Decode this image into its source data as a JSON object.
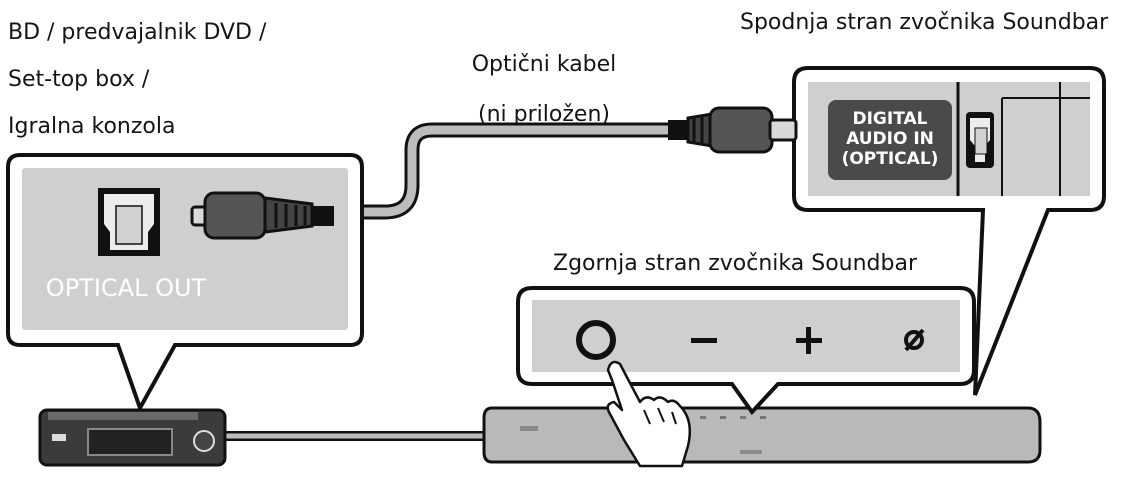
{
  "labels": {
    "source_line1": "BD / predvajalnik DVD /",
    "source_line2": "Set-top box /",
    "source_line3": "Igralna konzola",
    "cable_line1": "Optični kabel",
    "cable_line2": "(ni priložen)",
    "soundbar_bottom": "Spodnja stran zvočnika Soundbar",
    "soundbar_top": "Zgornja stran zvočnika Soundbar",
    "optical_out": "OPTICAL OUT",
    "digital_in_line1": "DIGITAL",
    "digital_in_line2": "AUDIO IN",
    "digital_in_line3": "(OPTICAL)"
  },
  "icons": {
    "power": "power-icon",
    "volume_down": "minus-icon",
    "volume_up": "plus-icon",
    "mute": "mute-icon",
    "hand": "hand-pointer-icon"
  },
  "colors": {
    "panel": "#cfcfcf",
    "dark_panel": "#4a4a4a",
    "outline": "#111111",
    "cable": "#bdbdbd",
    "device": "#3b3b3b",
    "soundbar": "#b9b9b9"
  }
}
